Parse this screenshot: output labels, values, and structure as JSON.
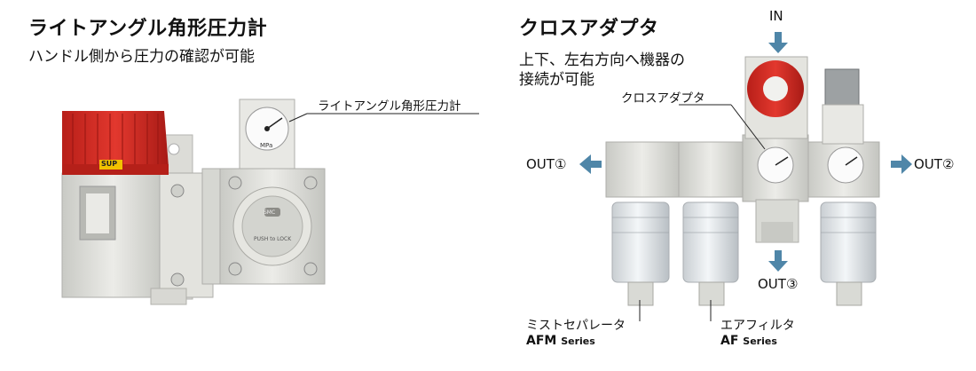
{
  "left": {
    "title": "ライトアングル角形圧力計",
    "subtitle": "ハンドル側から圧力の確認が可能",
    "callout": "ライトアングル角形圧力計"
  },
  "right": {
    "title": "クロスアダプタ",
    "subtitle_line1": "上下、左右方向へ機器の",
    "subtitle_line2": "接続が可能",
    "callout": "クロスアダプタ",
    "port_in": "IN",
    "port_out1": "OUT①",
    "port_out2": "OUT②",
    "port_out3": "OUT③",
    "series1_jp": "ミストセパレータ",
    "series1_code": "AFM",
    "series1_suffix": "Series",
    "series2_jp": "エアフィルタ",
    "series2_code": "AF",
    "series2_suffix": "Series"
  },
  "product_marks": {
    "sup_label": "SUP",
    "gauge_unit": "MPa",
    "knob_text": "PUSH to LOCK",
    "brand": "SMC"
  },
  "colors": {
    "handle_red": "#d42a22",
    "arrow_blue": "#4f86a8",
    "body_gray": "#d9dad5"
  }
}
